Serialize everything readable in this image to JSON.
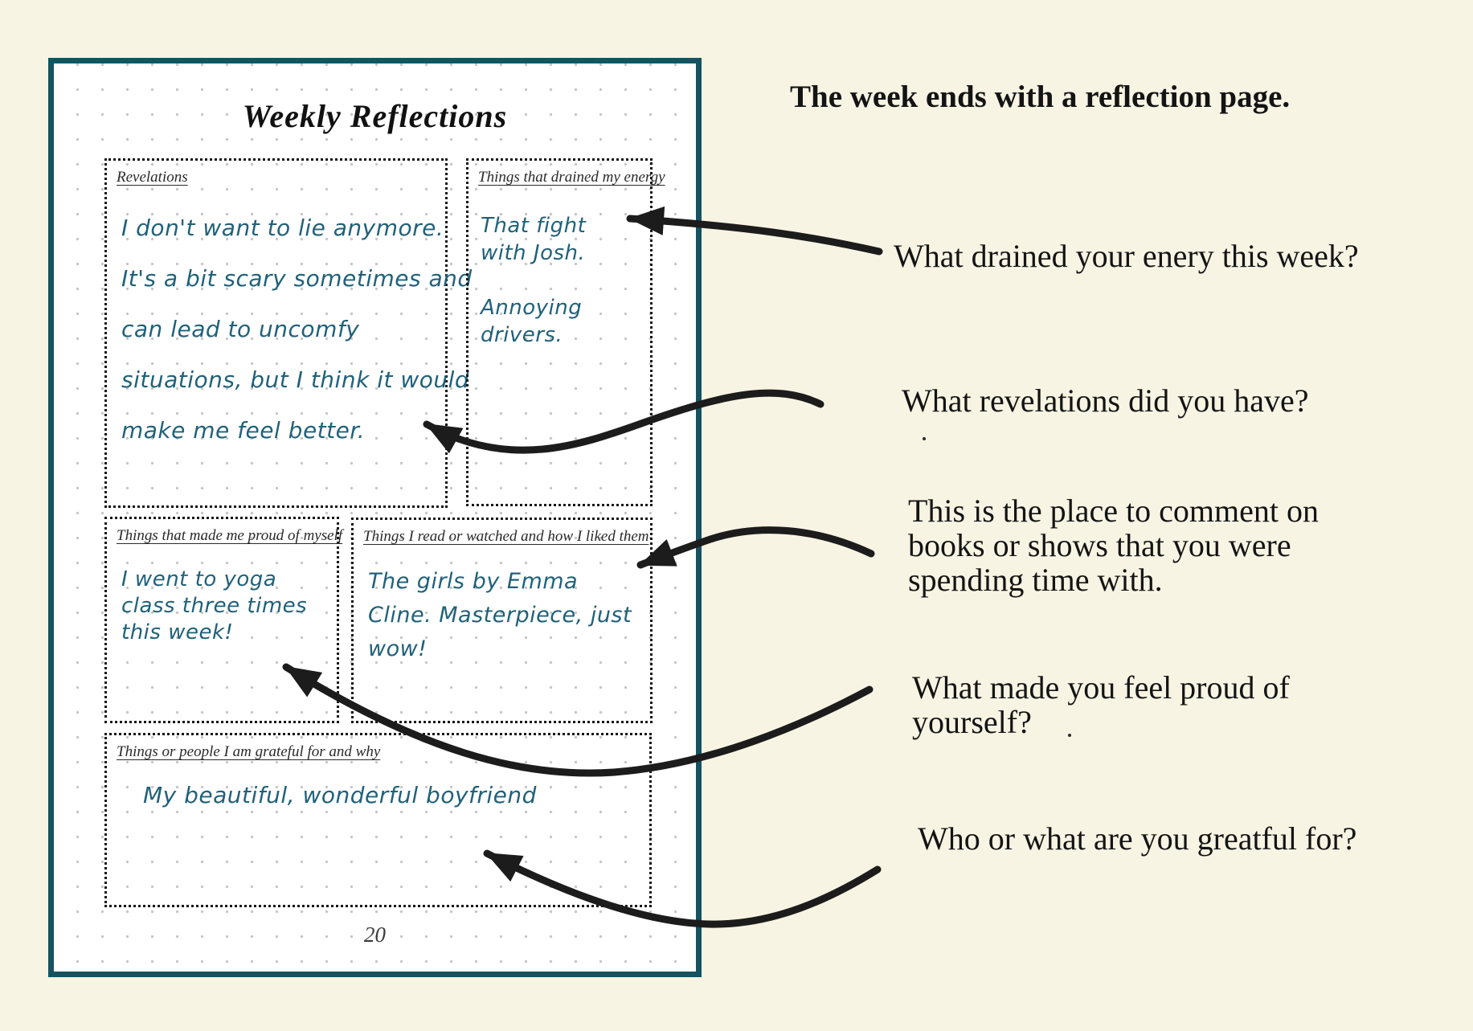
{
  "colors": {
    "canvas_bg": "#f8f4e3",
    "page_bg": "#ffffff",
    "page_border_teal": "#175260",
    "handwriting_ink": "#20617a",
    "annotation_black": "#141414",
    "dotted_box": "#161616"
  },
  "page": {
    "title": "Weekly Reflections",
    "page_number": "20",
    "boxes": [
      {
        "id": "revelations",
        "header": "Revelations",
        "lines": [
          "I don't want to lie anymore.",
          "It's a bit scary sometimes and",
          "can lead to uncomfy",
          "situations, but I think it would",
          "make me feel better."
        ]
      },
      {
        "id": "drained",
        "header": "Things that drained my energy",
        "lines": [
          "That fight",
          "with Josh."
        ],
        "lines2": [
          "Annoying",
          "drivers."
        ]
      },
      {
        "id": "proud",
        "header": "Things that made me proud of myself",
        "lines": [
          "I went to yoga",
          "class three times",
          "this week!"
        ]
      },
      {
        "id": "read",
        "header": "Things I read or watched and how I liked them",
        "lines": [
          "The girls by Emma",
          "Cline.  Masterpiece, just",
          "wow!"
        ]
      },
      {
        "id": "grateful",
        "header": "Things or people I am grateful for and why",
        "lines": [
          "My beautiful, wonderful boyfriend"
        ]
      }
    ]
  },
  "annotations": {
    "heading": "The week ends with a reflection page.",
    "notes": [
      {
        "id": "drained-note",
        "text": "What drained your enery this week?"
      },
      {
        "id": "revelations-note",
        "text": "What revelations did you have?"
      },
      {
        "id": "read-note",
        "text": "This is the place to comment on\nbooks or shows that you were\nspending time with."
      },
      {
        "id": "proud-note",
        "text": "What made you feel proud of\nyourself?"
      },
      {
        "id": "grateful-note",
        "text": "Who or what are you greatful for?"
      }
    ]
  }
}
